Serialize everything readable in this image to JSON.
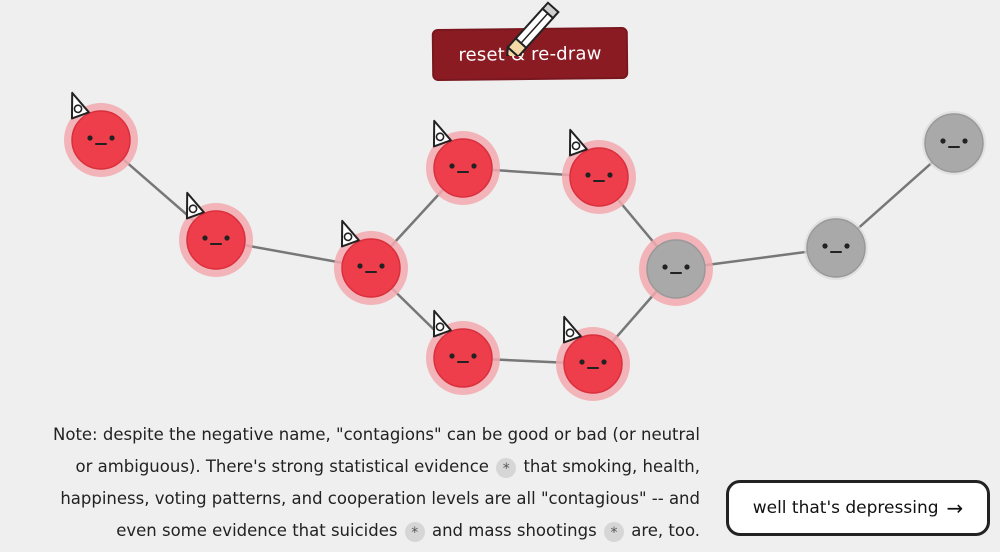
{
  "reset_button": {
    "label": "reset & re-draw"
  },
  "note": {
    "text_1": "Note: despite the negative name, \"contagions\" can be good or bad (or neutral or ambiguous). There's strong statistical evidence",
    "text_2": "that smoking, health, happiness, voting patterns, and cooperation levels are all \"contagious\" -- and even some evidence that suicides",
    "text_3": "and mass shootings",
    "text_4": "are, too.",
    "footnote_marker": "*"
  },
  "next_button": {
    "label": "well that's depressing",
    "arrow": "→"
  },
  "network": {
    "infected_color": "#ee3d4b",
    "infected_halo_color": "#f2a9ae",
    "healthy_color": "#a9a9a9",
    "healthy_halo_color": "#dcdcdc",
    "party_hat_icon": "party-hat-icon",
    "nodes": [
      {
        "id": 0,
        "state": "infected"
      },
      {
        "id": 1,
        "state": "infected"
      },
      {
        "id": 2,
        "state": "infected"
      },
      {
        "id": 3,
        "state": "infected"
      },
      {
        "id": 4,
        "state": "infected"
      },
      {
        "id": 5,
        "state": "infected"
      },
      {
        "id": 6,
        "state": "infected"
      },
      {
        "id": 7,
        "state": "healthy_in_contact"
      },
      {
        "id": 8,
        "state": "healthy"
      },
      {
        "id": 9,
        "state": "healthy"
      }
    ],
    "edges": [
      [
        0,
        1
      ],
      [
        1,
        2
      ],
      [
        2,
        3
      ],
      [
        3,
        4
      ],
      [
        4,
        7
      ],
      [
        2,
        5
      ],
      [
        5,
        6
      ],
      [
        6,
        7
      ],
      [
        7,
        8
      ],
      [
        8,
        9
      ]
    ]
  }
}
